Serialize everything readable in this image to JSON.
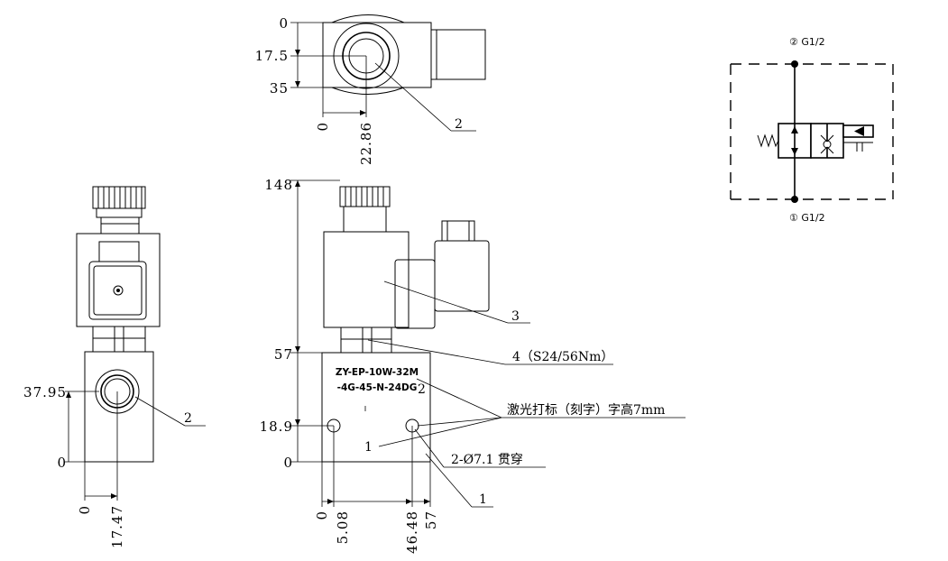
{
  "top_view": {
    "dims_v": [
      "0",
      "17.5",
      "35"
    ],
    "dims_h": [
      "0",
      "22.86"
    ],
    "callout": "2"
  },
  "side_view": {
    "dims_v": [
      "37.95",
      "0"
    ],
    "dims_h": [
      "0",
      "17.47"
    ],
    "callout": "2"
  },
  "front_view": {
    "dims_v": [
      "148",
      "57",
      "18.9",
      "0"
    ],
    "dims_h": [
      "0",
      "5.08",
      "46.48",
      "57"
    ],
    "marking_line1": "ZY-EP-10W-32M",
    "marking_line2": "-4G-45-N-24DG",
    "callout_coil": "3",
    "callout_nut": "4（S24/56Nm）",
    "callout_port2": "2",
    "callout_port1": "1",
    "callout_body": "1",
    "laser_note": "激光打标（刻字）字高7mm",
    "hole_note": "2-Ø7.1 贯穿"
  },
  "symbol": {
    "port_top": "② G1/2",
    "port_bottom": "① G1/2"
  }
}
